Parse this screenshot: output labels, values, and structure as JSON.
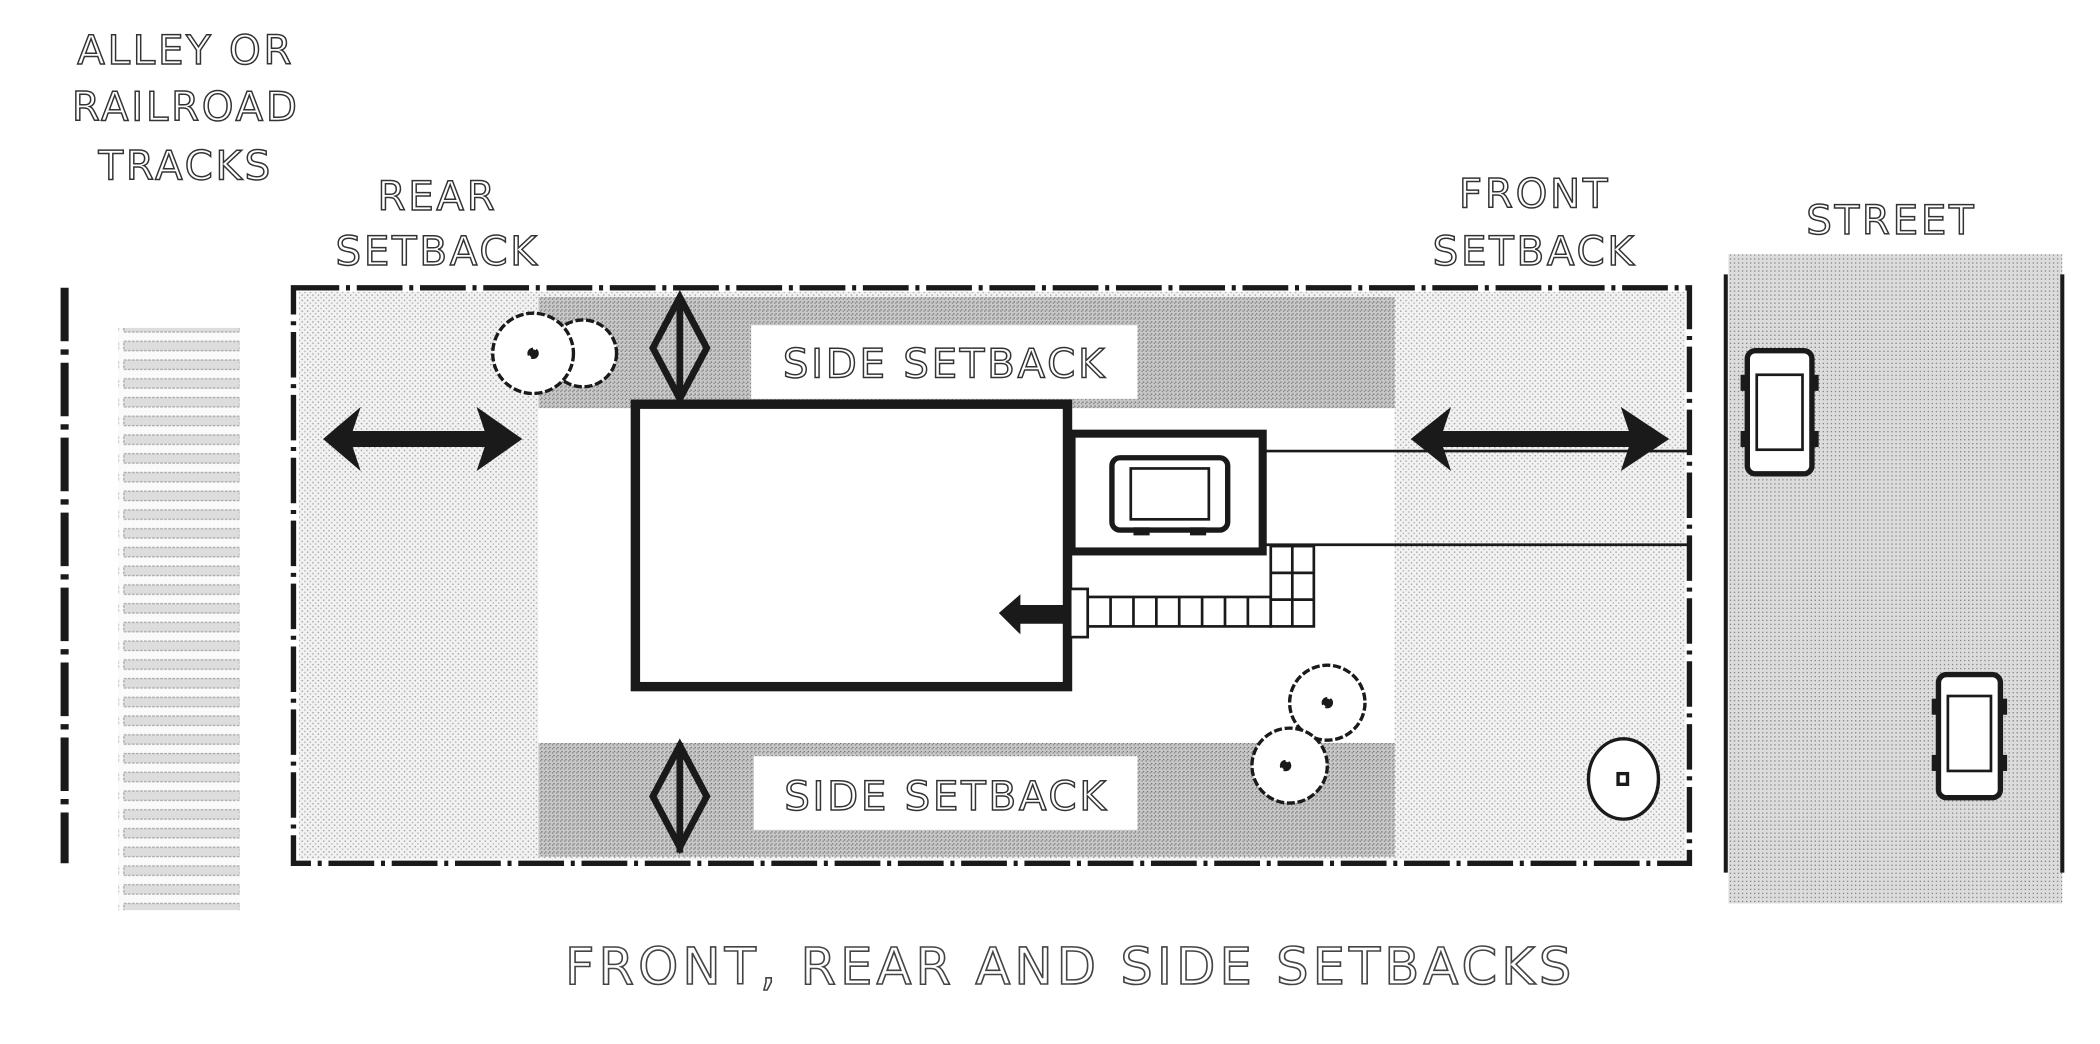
{
  "labels": {
    "alley_line1": "ALLEY OR",
    "alley_line2": "RAILROAD",
    "alley_line3": "TRACKS",
    "rear_line1": "REAR",
    "rear_line2": "SETBACK",
    "front_line1": "FRONT",
    "front_line2": "SETBACK",
    "street": "STREET",
    "side_top": "SIDE SETBACK",
    "side_bottom": "SIDE SETBACK"
  },
  "title": "FRONT, REAR AND SIDE SETBACKS",
  "colors": {
    "ink": "#1a1a1a",
    "yard": "#e4e4e4",
    "side_setback": "#bdbdbd",
    "street": "#cfcfcf"
  }
}
